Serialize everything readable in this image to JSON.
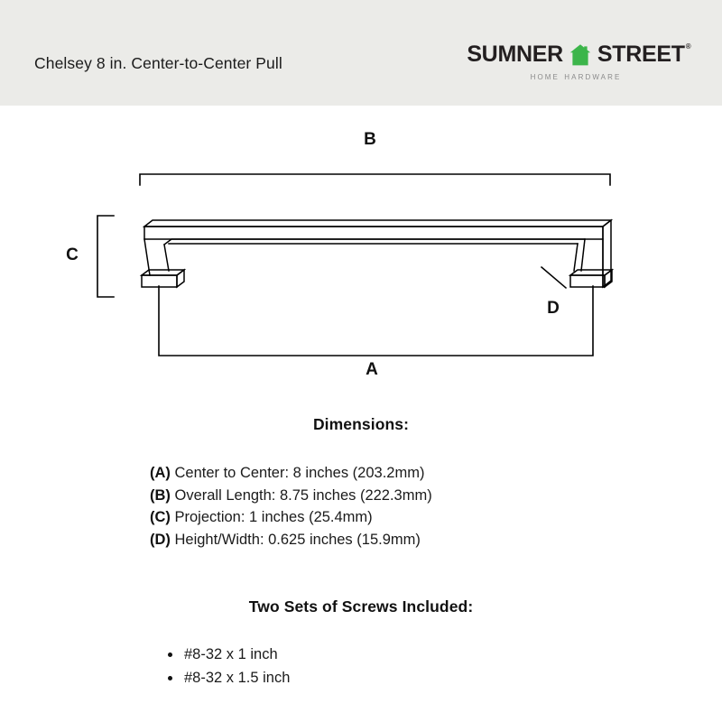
{
  "header": {
    "background_color": "#ebebe8",
    "product_title": "Chelsey 8 in. Center-to-Center Pull",
    "logo": {
      "word_left": "SUMNER",
      "word_right": "STREET",
      "house_icon": "house-icon",
      "house_color": "#3cb54a",
      "registered_mark": "®",
      "tagline": "Home Hardware",
      "tagline_color": "#8b8b8b"
    }
  },
  "diagram": {
    "label_a": "A",
    "label_b": "B",
    "label_c": "C",
    "label_d": "D",
    "line_color": "#000000",
    "product_outline_color": "#000000"
  },
  "dimensions": {
    "heading": "Dimensions:",
    "items": [
      {
        "key": "(A)",
        "text": " Center to Center: 8 inches (203.2mm)"
      },
      {
        "key": "(B)",
        "text": " Overall Length: 8.75 inches (222.3mm)"
      },
      {
        "key": "(C)",
        "text": " Projection: 1 inches (25.4mm)"
      },
      {
        "key": "(D)",
        "text": " Height/Width: 0.625 inches (15.9mm)"
      }
    ]
  },
  "screws": {
    "heading": "Two Sets of Screws Included:",
    "items": [
      "#8-32 x 1 inch",
      "#8-32 x 1.5 inch"
    ]
  }
}
